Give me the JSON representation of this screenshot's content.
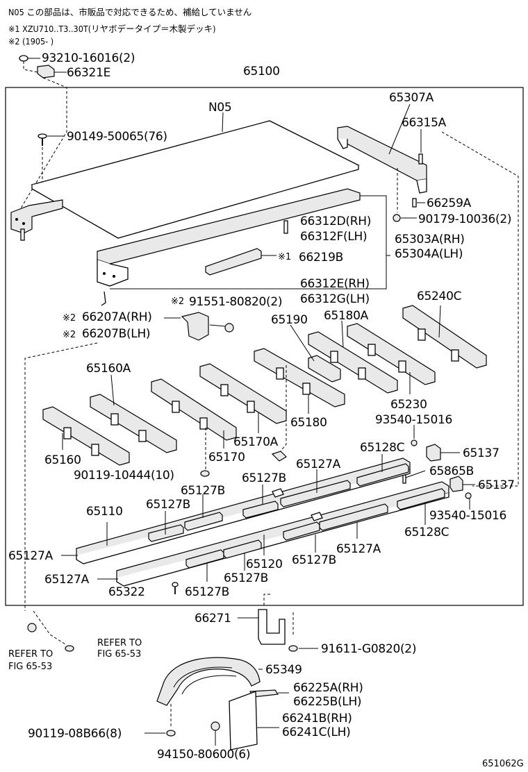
{
  "notes": [
    "N05  この部品は、市販品で対応できるため、補給していません",
    "※1 XZU710..T3..30T(リヤボデータイプ＝木製デッキ)",
    "※2 (1905-     )"
  ],
  "labels": {
    "l93210": "93210-16016(2)",
    "l66321E": "66321E",
    "l65100": "65100",
    "lN05": "N05",
    "l65307A": "65307A",
    "l66315A": "66315A",
    "l90149": "90149-50065(76)",
    "l66259A": "66259A",
    "l90179": "90179-10036(2)",
    "l66312D": "66312D(RH)",
    "l66312F": "66312F(LH)",
    "l65303A": "65303A(RH)",
    "l65304A": "65304A(LH)",
    "l66219B": "66219B",
    "l66219Bmark": "※1",
    "l66312E": "66312E(RH)",
    "l66312G": "66312G(LH)",
    "l65240C": "65240C",
    "l91551mark": "※2",
    "l91551": "91551-80820(2)",
    "l66207Amark": "※2",
    "l66207A": "66207A(RH)",
    "l66207Bmark": "※2",
    "l66207B": "66207B(LH)",
    "l65190": "65190",
    "l65180A": "65180A",
    "l65160A": "65160A",
    "l65230": "65230",
    "l93540a": "93540-15016",
    "l65180": "65180",
    "l65170A": "65170A",
    "l65160": "65160",
    "l65170": "65170",
    "l65128Ca": "65128C",
    "l65137a": "65137",
    "l90119a": "90119-10444(10)",
    "l65127Aa": "65127A",
    "l65865B": "65865B",
    "l65127Ba": "65127B",
    "l65137b": "65137",
    "l65127Bb": "65127B",
    "l65110": "65110",
    "l65127Bc": "65127B",
    "l93540b": "93540-15016",
    "l65128Cb": "65128C",
    "l65127Ab": "65127A",
    "l65120": "65120",
    "l65127Bd": "65127B",
    "l65127Ac": "65127A",
    "l65127Ad": "65127A",
    "l65127Be": "65127B",
    "l65322": "65322",
    "l65127Bf": "65127B",
    "l66271": "66271",
    "lRefer1a": "REFER TO",
    "lRefer1b": "FIG 65-53",
    "lRefer2a": "REFER TO",
    "lRefer2b": "FIG 65-53",
    "l91611": "91611-G0820(2)",
    "l65349": "65349",
    "l66225A": "66225A(RH)",
    "l66225B": "66225B(LH)",
    "l66241B": "66241B(RH)",
    "l66241C": "66241C(LH)",
    "l90119b": "90119-08B66(8)",
    "l94150": "94150-80600(6)",
    "l651062G": "651062G"
  }
}
